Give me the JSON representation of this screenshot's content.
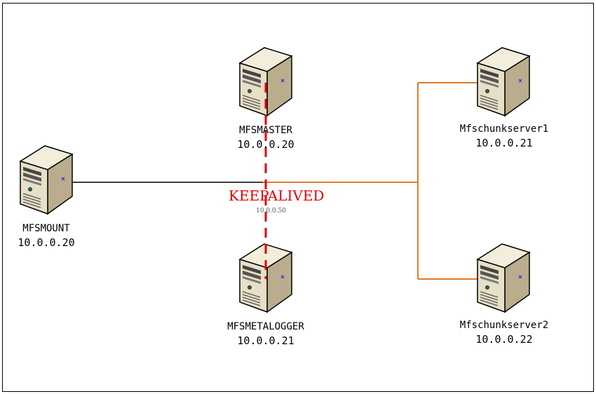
{
  "diagram": {
    "nodes": [
      {
        "id": "mfsmount",
        "name": "MFSMOUNT",
        "ip": "10.0.0.20",
        "icon": "server-icon"
      },
      {
        "id": "mfsmaster",
        "name": "MFSMASTER",
        "ip": "10.0.0.20",
        "icon": "server-icon"
      },
      {
        "id": "mfsmetalogger",
        "name": "MFSMETALOGGER",
        "ip": "10.0.0.21",
        "icon": "server-icon"
      },
      {
        "id": "chunk1",
        "name": "Mfschunkserver1",
        "ip": "10.0.0.21",
        "icon": "server-icon"
      },
      {
        "id": "chunk2",
        "name": "Mfschunkserver2",
        "ip": "10.0.0.22",
        "icon": "server-icon"
      }
    ],
    "vip": {
      "label": "KEEPALIVED",
      "ip": "10.0.0.50"
    },
    "colors": {
      "mount_link": "#000000",
      "chunk_link": "#e07a2a",
      "keepalived": "#e30000",
      "server_body": "#ddd3b8",
      "server_dark": "#8a7f63"
    }
  }
}
